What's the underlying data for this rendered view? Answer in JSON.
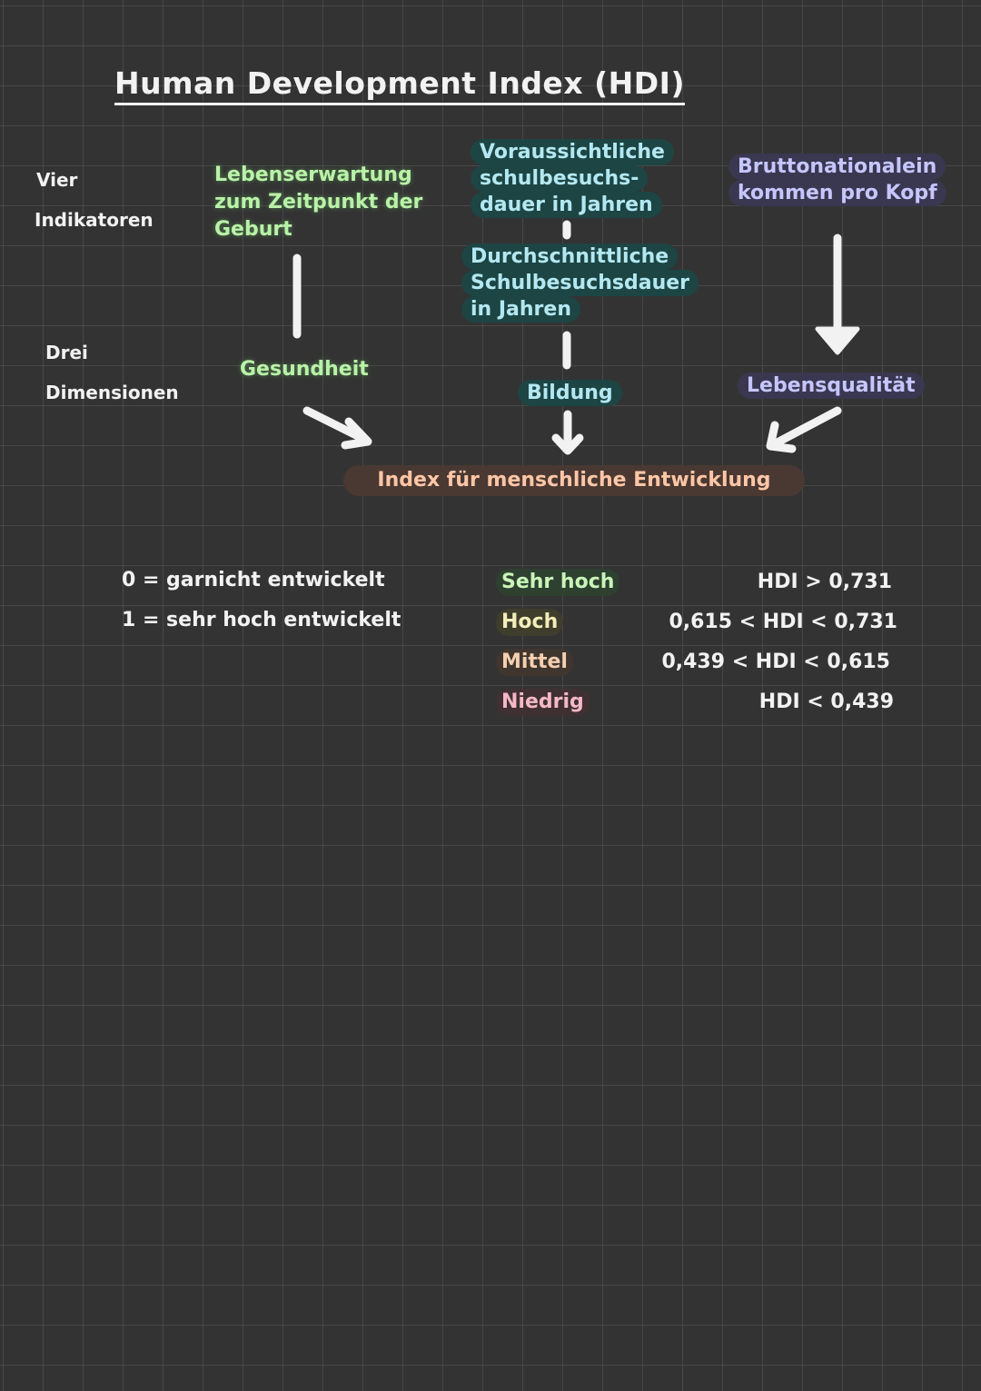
{
  "title": "Human Development Index (HDI)",
  "row_labels": {
    "indicators_1": "Vier",
    "indicators_2": "Indikatoren",
    "dimensions_1": "Drei",
    "dimensions_2": "Dimensionen"
  },
  "indicators": {
    "life_expectancy": [
      "Lebenserwartung",
      "zum Zeitpunkt der",
      "Geburt"
    ],
    "expected_schooling": [
      "Voraussichtliche",
      "schulbesuchs-",
      "dauer in Jahren"
    ],
    "mean_schooling": [
      "Durchschnittliche",
      "Schulbesuchsdauer",
      "in Jahren"
    ],
    "gni": [
      "Bruttonationalein",
      "kommen pro Kopf"
    ]
  },
  "dimensions": {
    "health": "Gesundheit",
    "education": "Bildung",
    "living_standard": "Lebensqualität"
  },
  "index": "Index für menschliche Entwicklung",
  "scale": {
    "zero": "0 = garnicht entwickelt",
    "one": "1 = sehr hoch entwickelt"
  },
  "categories": [
    {
      "label": "Sehr hoch",
      "range": "HDI > 0,731",
      "color": "#c9f5b8",
      "bg": "#2e4030"
    },
    {
      "label": "Hoch",
      "range": "0,615 < HDI < 0,731",
      "color": "#f3edb9",
      "bg": "#3f3d2c"
    },
    {
      "label": "Mittel",
      "range": "0,439 < HDI < 0,615",
      "color": "#f5d0b0",
      "bg": "#403630"
    },
    {
      "label": "Niedrig",
      "range": "HDI < 0,439",
      "color": "#f5b8c6",
      "bg": "#403034"
    }
  ],
  "colors": {
    "background": "#333333",
    "grid": "#484848",
    "green": "#b9f2a8",
    "teal": "#b3e8f2",
    "purple": "#c6c6ff",
    "orange": "#ffc6a6"
  }
}
